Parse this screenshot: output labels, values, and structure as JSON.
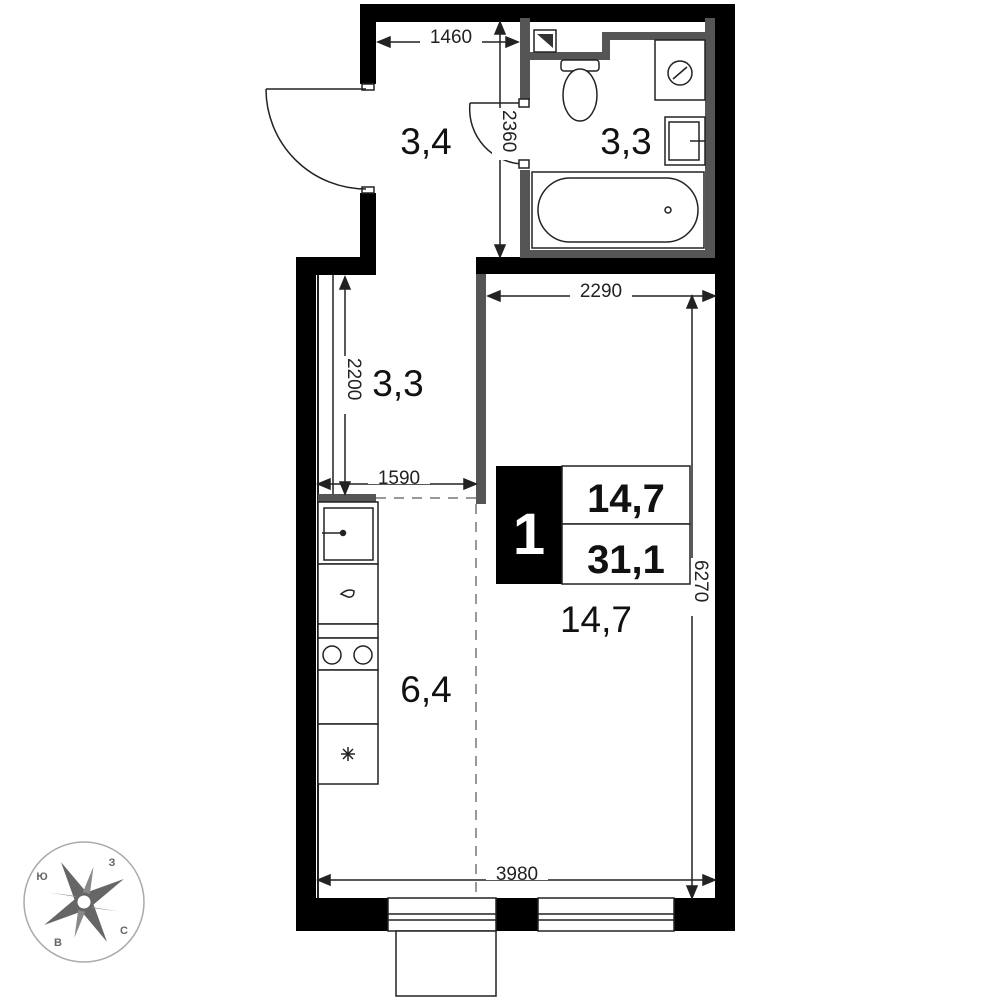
{
  "rooms": {
    "hall": "3,4",
    "bathroom": "3,3",
    "corridor": "3,3",
    "kitchen": "6,4",
    "living": "14,7"
  },
  "dimensions": {
    "hall_width": "1460",
    "hall_height": "2360",
    "living_width": "2290",
    "corridor_height": "2200",
    "corridor_width": "1590",
    "living_height": "6270",
    "total_width": "3980"
  },
  "summary": {
    "room_count": "1",
    "living_area": "14,7",
    "total_area": "31,1"
  },
  "compass": {
    "north": "Ю",
    "west": "З",
    "south": "С",
    "east": "В"
  },
  "colors": {
    "wall": "#000000",
    "partition": "#555555",
    "line": "#222222"
  }
}
